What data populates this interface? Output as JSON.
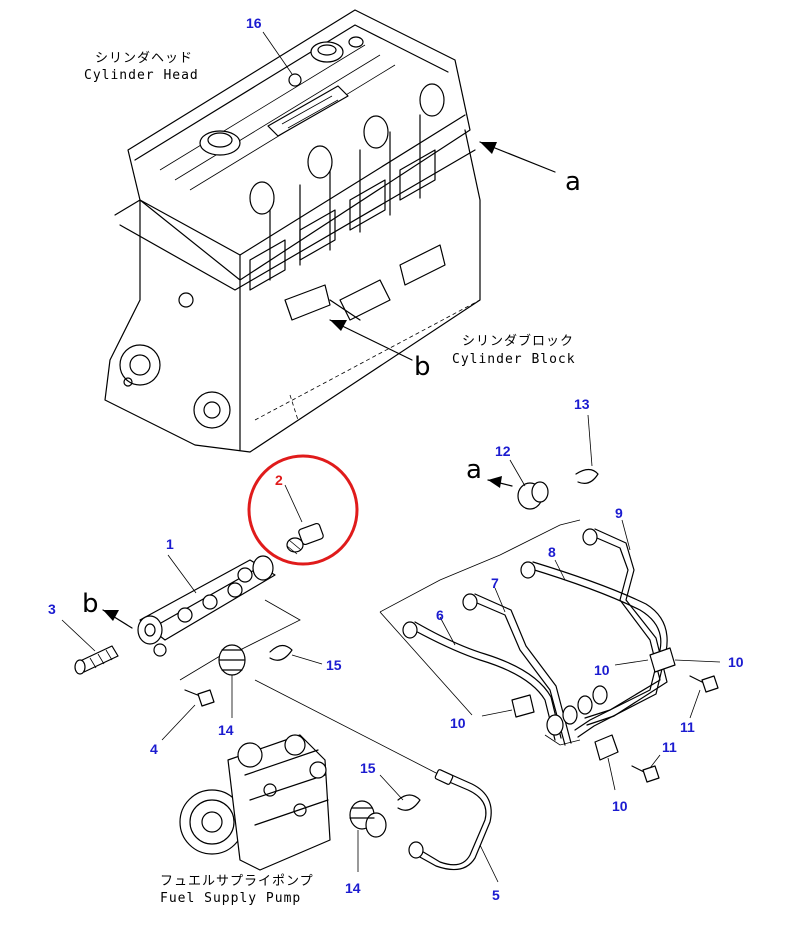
{
  "labels": {
    "cyl_head_jp": "シリンダヘッド",
    "cyl_head_en": "Cylinder Head",
    "cyl_block_jp": "シリンダブロック",
    "cyl_block_en": "Cylinder Block",
    "fuel_pump_jp": "フュエルサプライポンプ",
    "fuel_pump_en": "Fuel Supply Pump"
  },
  "view_refs": {
    "a1": "a",
    "b1": "b",
    "a2": "a",
    "b2": "b"
  },
  "callouts": {
    "n16": "16",
    "n2": "2",
    "n1": "1",
    "n3": "3",
    "n4": "4",
    "n14a": "14",
    "n14b": "14",
    "n15a": "15",
    "n15b": "15",
    "n5": "5",
    "n6": "6",
    "n7": "7",
    "n8": "8",
    "n9": "9",
    "n10a": "10",
    "n10b": "10",
    "n10c": "10",
    "n10d": "10",
    "n11a": "11",
    "n11b": "11",
    "n12": "12",
    "n13": "13"
  },
  "highlight": {
    "part": "2",
    "color": "#e01b1b"
  },
  "colors": {
    "callout": "#1b1bd0",
    "line": "#000000"
  }
}
